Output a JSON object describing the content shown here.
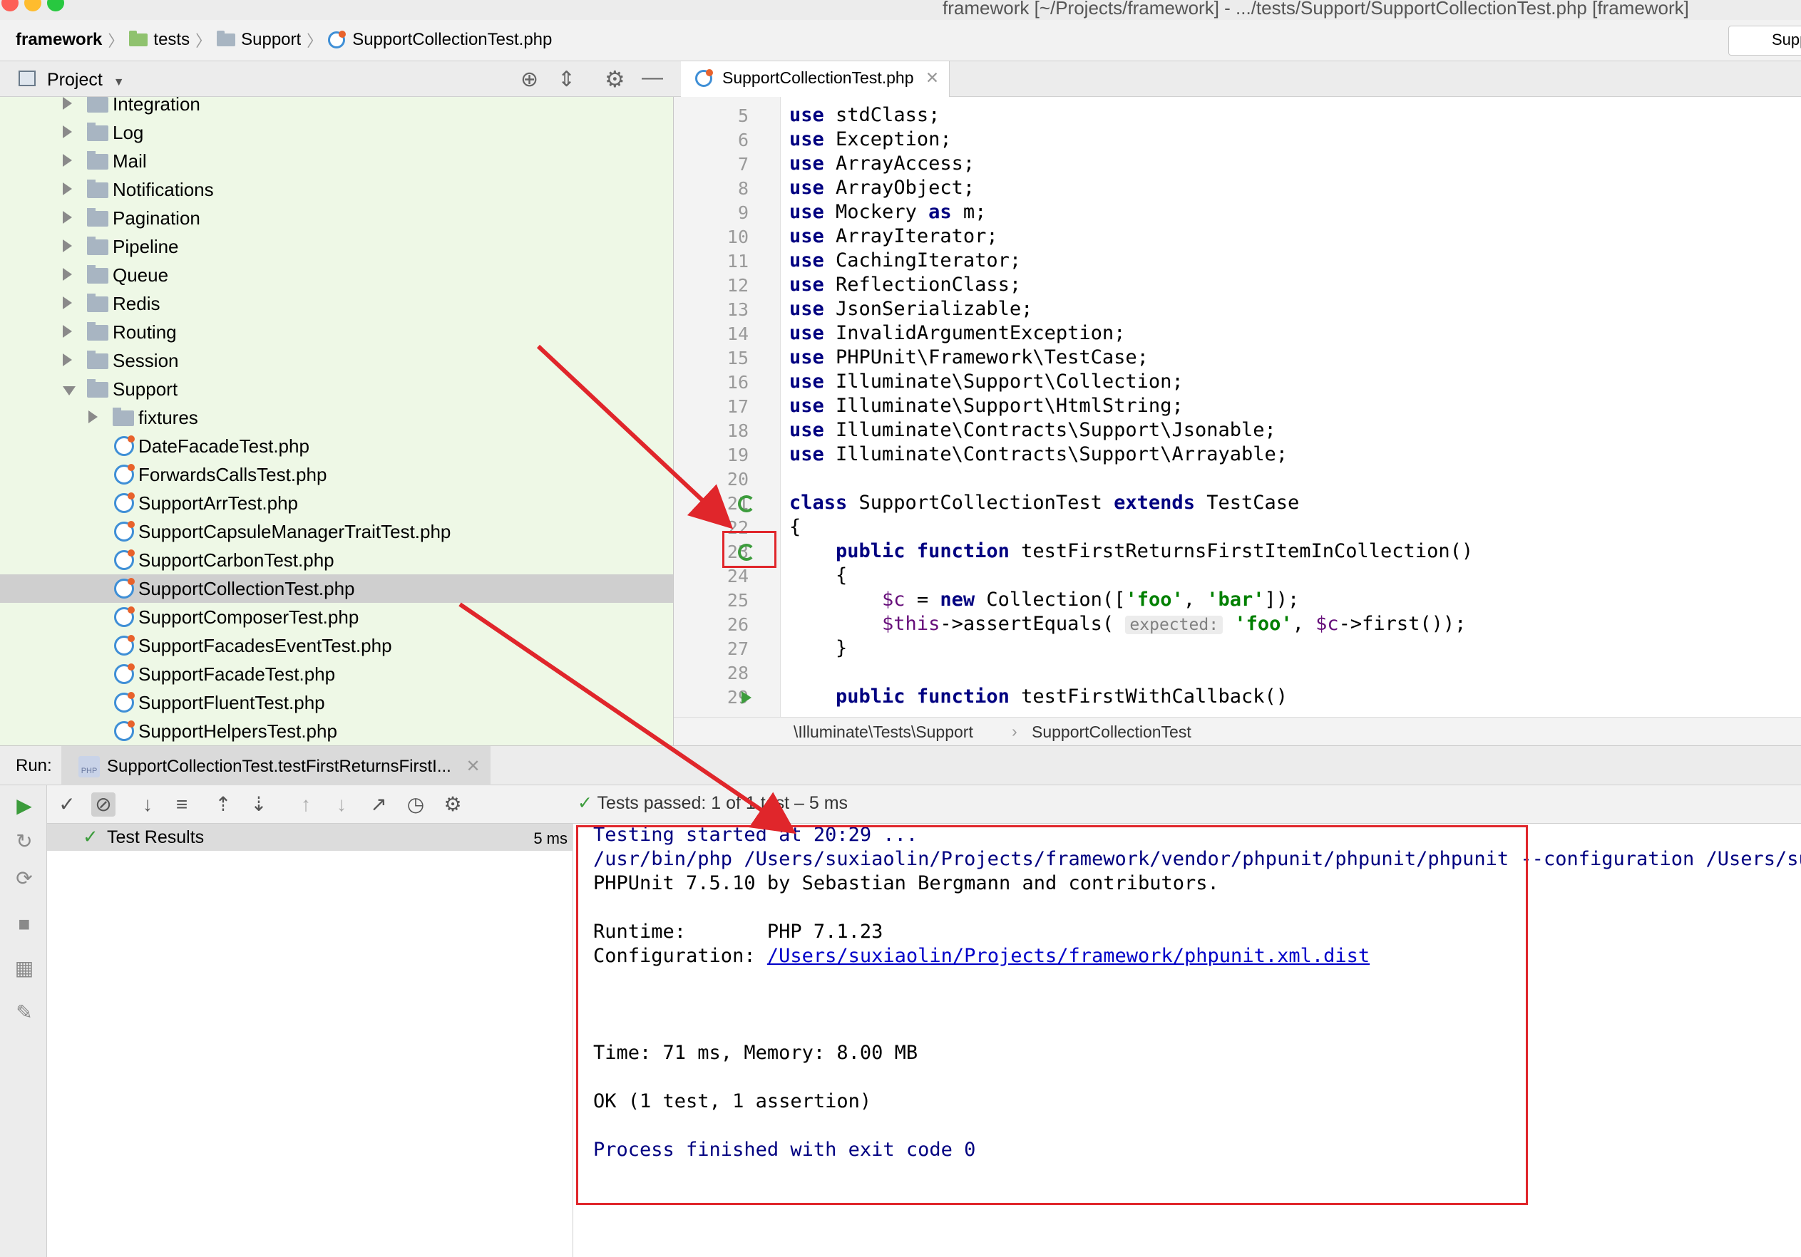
{
  "window": {
    "title": "framework [~/Projects/framework] - .../tests/Support/SupportCollectionTest.php [framework]"
  },
  "navbar": {
    "crumbs": [
      "framework",
      "tests",
      "Support",
      "SupportCollectionTest.php"
    ],
    "right_button": "Supp"
  },
  "project_panel": {
    "title": "Project",
    "items": [
      {
        "label": "Integration",
        "type": "folder",
        "depth": 0,
        "expanded": false
      },
      {
        "label": "Log",
        "type": "folder",
        "depth": 0,
        "expanded": false
      },
      {
        "label": "Mail",
        "type": "folder",
        "depth": 0,
        "expanded": false
      },
      {
        "label": "Notifications",
        "type": "folder",
        "depth": 0,
        "expanded": false
      },
      {
        "label": "Pagination",
        "type": "folder",
        "depth": 0,
        "expanded": false
      },
      {
        "label": "Pipeline",
        "type": "folder",
        "depth": 0,
        "expanded": false
      },
      {
        "label": "Queue",
        "type": "folder",
        "depth": 0,
        "expanded": false
      },
      {
        "label": "Redis",
        "type": "folder",
        "depth": 0,
        "expanded": false
      },
      {
        "label": "Routing",
        "type": "folder",
        "depth": 0,
        "expanded": false
      },
      {
        "label": "Session",
        "type": "folder",
        "depth": 0,
        "expanded": false
      },
      {
        "label": "Support",
        "type": "folder",
        "depth": 0,
        "expanded": true
      },
      {
        "label": "fixtures",
        "type": "folder",
        "depth": 1,
        "expanded": false
      },
      {
        "label": "DateFacadeTest.php",
        "type": "file",
        "depth": 1
      },
      {
        "label": "ForwardsCallsTest.php",
        "type": "file",
        "depth": 1
      },
      {
        "label": "SupportArrTest.php",
        "type": "file",
        "depth": 1
      },
      {
        "label": "SupportCapsuleManagerTraitTest.php",
        "type": "file",
        "depth": 1
      },
      {
        "label": "SupportCarbonTest.php",
        "type": "file",
        "depth": 1
      },
      {
        "label": "SupportCollectionTest.php",
        "type": "file",
        "depth": 1,
        "selected": true
      },
      {
        "label": "SupportComposerTest.php",
        "type": "file",
        "depth": 1
      },
      {
        "label": "SupportFacadesEventTest.php",
        "type": "file",
        "depth": 1
      },
      {
        "label": "SupportFacadeTest.php",
        "type": "file",
        "depth": 1
      },
      {
        "label": "SupportFluentTest.php",
        "type": "file",
        "depth": 1
      },
      {
        "label": "SupportHelpersTest.php",
        "type": "file",
        "depth": 1
      }
    ]
  },
  "editor": {
    "tab_label": "SupportCollectionTest.php",
    "lines": [
      {
        "n": "5",
        "html": "<span class='kw'>use</span> stdClass;"
      },
      {
        "n": "6",
        "html": "<span class='kw'>use</span> Exception;"
      },
      {
        "n": "7",
        "html": "<span class='kw'>use</span> ArrayAccess;"
      },
      {
        "n": "8",
        "html": "<span class='kw'>use</span> ArrayObject;"
      },
      {
        "n": "9",
        "html": "<span class='kw'>use</span> Mockery <span class='kw'>as</span> m;"
      },
      {
        "n": "10",
        "html": "<span class='kw'>use</span> ArrayIterator;"
      },
      {
        "n": "11",
        "html": "<span class='kw'>use</span> CachingIterator;"
      },
      {
        "n": "12",
        "html": "<span class='kw'>use</span> ReflectionClass;"
      },
      {
        "n": "13",
        "html": "<span class='kw'>use</span> JsonSerializable;"
      },
      {
        "n": "14",
        "html": "<span class='kw'>use</span> InvalidArgumentException;"
      },
      {
        "n": "15",
        "html": "<span class='kw'>use</span> PHPUnit\\Framework\\TestCase;"
      },
      {
        "n": "16",
        "html": "<span class='kw'>use</span> Illuminate\\Support\\Collection;"
      },
      {
        "n": "17",
        "html": "<span class='kw'>use</span> Illuminate\\Support\\HtmlString;"
      },
      {
        "n": "18",
        "html": "<span class='kw'>use</span> Illuminate\\Contracts\\Support\\Jsonable;"
      },
      {
        "n": "19",
        "html": "<span class='kw'>use</span> Illuminate\\Contracts\\Support\\Arrayable;"
      },
      {
        "n": "20",
        "html": ""
      },
      {
        "n": "21",
        "html": "<span class='kw'>class</span> SupportCollectionTest <span class='kw'>extends</span> TestCase"
      },
      {
        "n": "22",
        "html": "{"
      },
      {
        "n": "23",
        "html": "    <span class='kw'>public function</span> testFirstReturnsFirstItemInCollection()"
      },
      {
        "n": "24",
        "html": "    {"
      },
      {
        "n": "25",
        "html": "        <span class='var'>$c</span> = <span class='kw'>new</span> Collection([<span class='str'>'foo'</span>, <span class='str'>'bar'</span>]);"
      },
      {
        "n": "26",
        "html": "        <span class='var'>$this</span>-&gt;assertEquals( <span class='hint'>expected:</span> <span class='str'>'foo'</span>, <span class='var'>$c</span>-&gt;first());"
      },
      {
        "n": "27",
        "html": "    }"
      },
      {
        "n": "28",
        "html": ""
      },
      {
        "n": "29",
        "html": "    <span class='kw'>public function</span> testFirstWithCallback()"
      }
    ],
    "breadcrumb": [
      "\\Illuminate\\Tests\\Support",
      "SupportCollectionTest"
    ]
  },
  "run_panel": {
    "label": "Run:",
    "tab_label": "SupportCollectionTest.testFirstReturnsFirstI...",
    "status": "Tests passed: 1 of 1 test – 5 ms",
    "results_root": "Test Results",
    "results_time": "5 ms",
    "console": [
      {
        "text": "Testing started at 20:29 ...",
        "cls": "c-blue"
      },
      {
        "text": "/usr/bin/php /Users/suxiaolin/Projects/framework/vendor/phpunit/phpunit/phpunit --configuration /Users/suxiaolin/Projects/framework/phpunit.xml.dist",
        "cls": "c-blue"
      },
      {
        "text": "PHPUnit 7.5.10 by Sebastian Bergmann and contributors.",
        "cls": ""
      },
      {
        "text": "",
        "cls": ""
      },
      {
        "text": "Runtime:       PHP 7.1.23",
        "cls": ""
      },
      {
        "text": "Configuration: ",
        "cls": "",
        "link": "/Users/suxiaolin/Projects/framework/phpunit.xml.dist"
      },
      {
        "text": "",
        "cls": ""
      },
      {
        "text": "",
        "cls": ""
      },
      {
        "text": "",
        "cls": ""
      },
      {
        "text": "Time: 71 ms, Memory: 8.00 MB",
        "cls": ""
      },
      {
        "text": "",
        "cls": ""
      },
      {
        "text": "OK (1 test, 1 assertion)",
        "cls": ""
      },
      {
        "text": "",
        "cls": ""
      },
      {
        "text": "Process finished with exit code 0",
        "cls": "c-blue"
      }
    ]
  },
  "colors": {
    "annotation": "#e0262b",
    "tree_bg": "#eef8e6",
    "keyword": "#000080",
    "string": "#008000",
    "run_green": "#3c9c3c"
  }
}
